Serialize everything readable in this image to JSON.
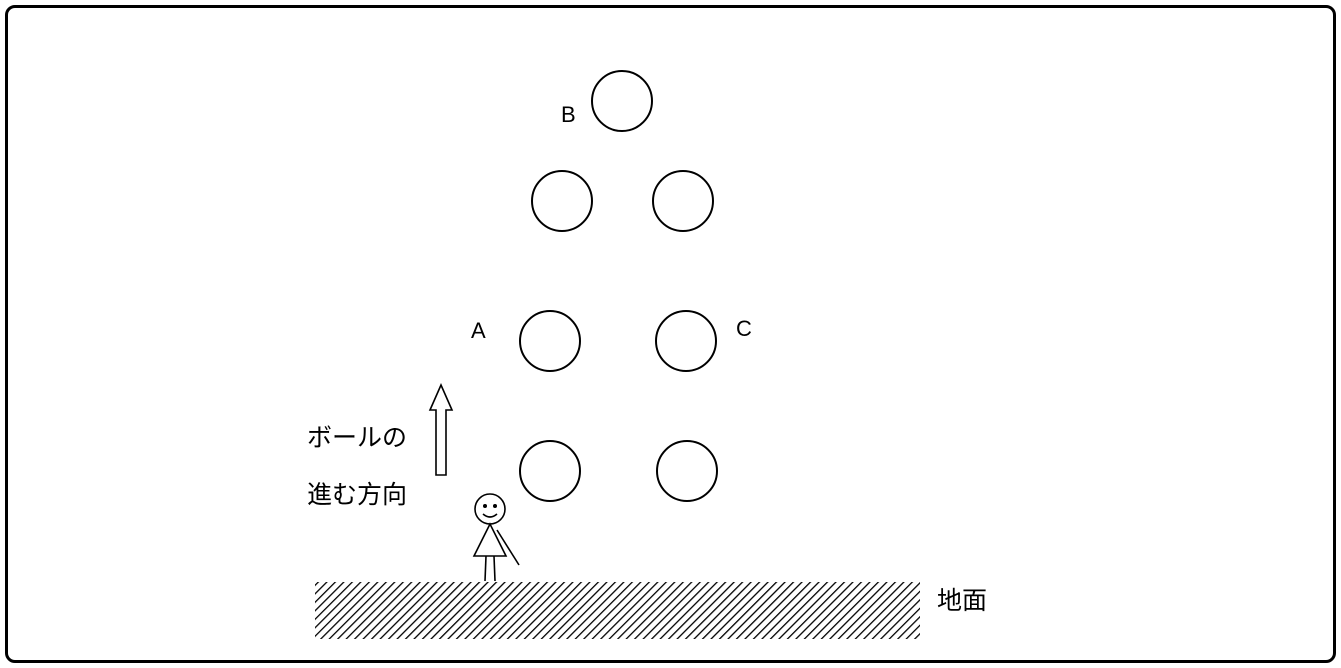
{
  "labels": {
    "point_a": "A",
    "point_b": "B",
    "point_c": "C",
    "direction_line1": "ボールの",
    "direction_line2": "進む方向",
    "ground": "地面"
  },
  "colors": {
    "stroke": "#000000",
    "background": "#ffffff"
  },
  "icons": {
    "person": "stick-figure-icon",
    "arrow": "up-arrow-icon"
  }
}
